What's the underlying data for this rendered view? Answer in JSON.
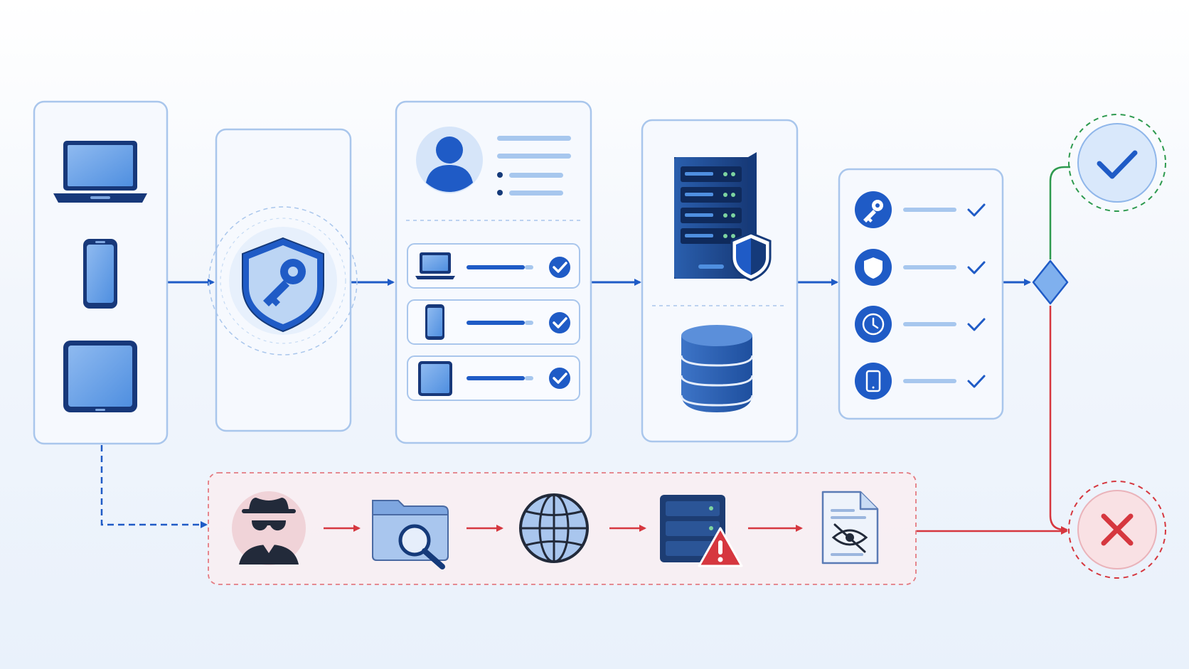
{
  "diagram": {
    "colors": {
      "primary": "#1f5bc6",
      "primary_dark": "#153a7a",
      "panel_fill": "#f6f9fe",
      "panel_stroke": "#a9c6ec",
      "bar_light": "#a7c7ee",
      "success": "#2e9a4f",
      "success_fill": "#d9e8fb",
      "danger": "#d6373f",
      "danger_fill": "#f9e1e4"
    },
    "stages": [
      {
        "name": "devices",
        "icons": [
          "laptop-icon",
          "smartphone-icon",
          "tablet-icon"
        ]
      },
      {
        "name": "authentication",
        "icons": [
          "shield-key-icon"
        ]
      },
      {
        "name": "user-profile-device-check",
        "icons": [
          "user-avatar-icon",
          "laptop-icon",
          "smartphone-icon",
          "tablet-icon",
          "check-circle-icon"
        ]
      },
      {
        "name": "secure-backend",
        "icons": [
          "server-rack-icon",
          "shield-icon",
          "database-icon"
        ]
      },
      {
        "name": "policy-checks",
        "icons": [
          "key-icon",
          "shield-icon",
          "clock-icon",
          "smartphone-icon",
          "checkmark-icon"
        ]
      }
    ],
    "decision": {
      "icon": "decision-diamond-icon"
    },
    "outcomes": [
      {
        "name": "allowed",
        "icon": "checkmark-icon"
      },
      {
        "name": "denied",
        "icon": "x-mark-icon"
      }
    ],
    "threat_path": {
      "icons": [
        "hacker-icon",
        "folder-search-icon",
        "globe-icon",
        "server-warning-icon",
        "hidden-document-icon"
      ]
    }
  }
}
